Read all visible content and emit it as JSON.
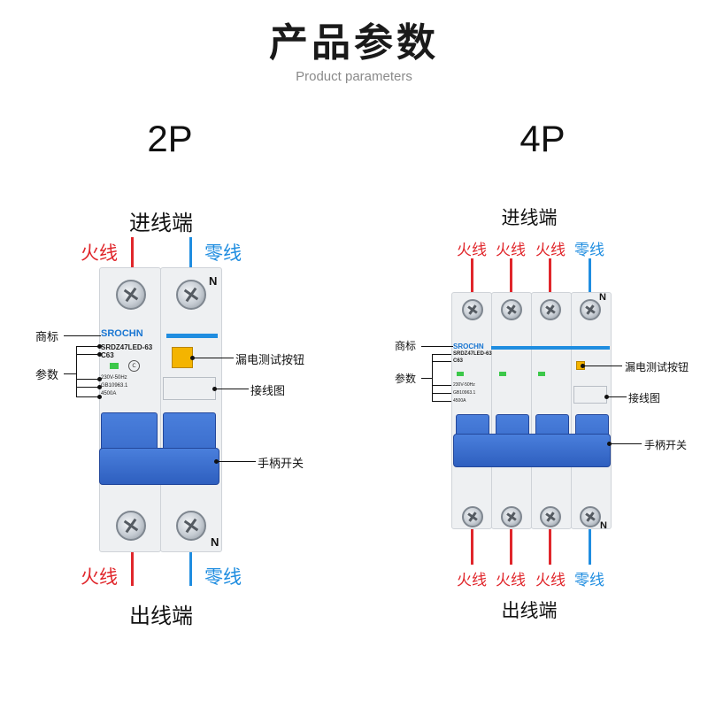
{
  "header": {
    "title": "产品参数",
    "subtitle": "Product parameters"
  },
  "left": {
    "type": "2P",
    "top_end": "进线端",
    "bottom_end": "出线端",
    "wire_live": "火线",
    "wire_neutral": "零线",
    "n_mark": "N",
    "brand": "SROCHN",
    "model": "SRDZ47LED-63",
    "rating": "C63",
    "p1": "230V-50Hz",
    "p2": "GB10963.1",
    "p3": "4500A",
    "callouts": {
      "brand": "商标",
      "params": "参数",
      "test": "漏电测试按钮",
      "diagram": "接线图",
      "handle": "手柄开关"
    }
  },
  "right": {
    "type": "4P",
    "top_end": "进线端",
    "bottom_end": "出线端",
    "wire_live": "火线",
    "wire_neutral": "零线",
    "n_mark": "N",
    "brand": "SROCHN",
    "model": "SRDZ47LED-63",
    "rating": "C63",
    "p1": "230V-50Hz",
    "p2": "GB10963.1",
    "p3": "4500A",
    "callouts": {
      "brand": "商标",
      "params": "参数",
      "test": "漏电测试按钮",
      "diagram": "接线图",
      "handle": "手柄开关"
    }
  },
  "colors": {
    "live": "#e0262b",
    "neutral": "#1f8de0",
    "handle": "#2e5fbf",
    "brand": "#1976d2"
  }
}
